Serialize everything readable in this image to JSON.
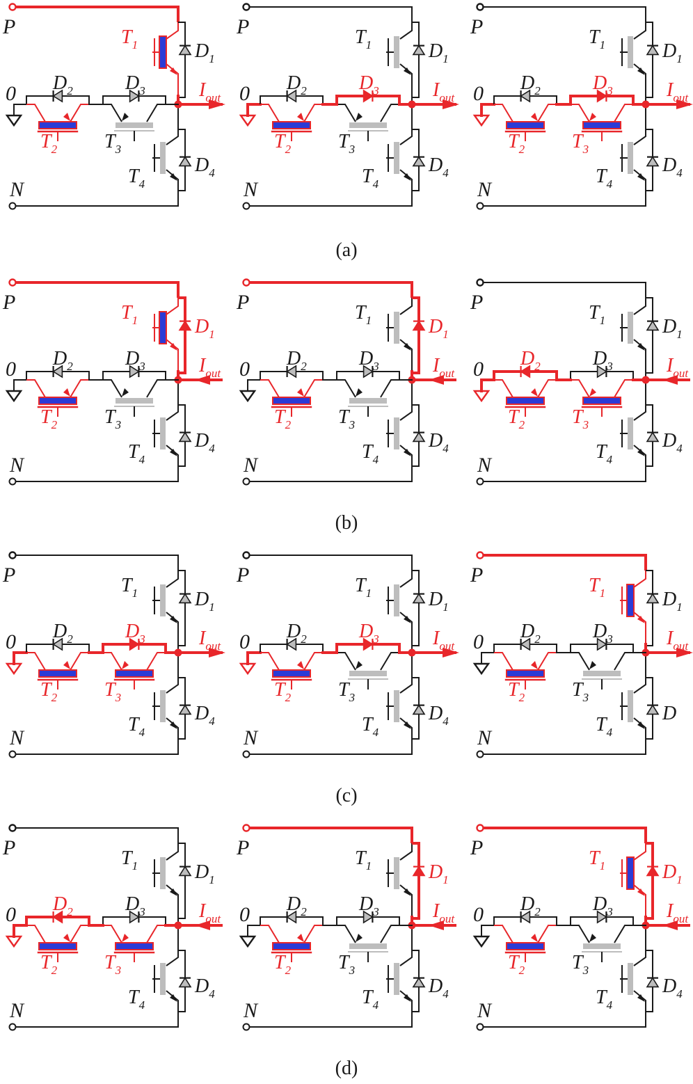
{
  "labels": {
    "P": "P",
    "N": "N",
    "zero": "0",
    "iout_main": "I",
    "iout_sub": "out"
  },
  "colors": {
    "active": "#e8262a",
    "inactive": "#1a1a1a",
    "gate_on": "#2b3bd6",
    "gate_off": "#bdbdbd",
    "diode_off_fill": "#bdbdbd"
  },
  "rows": [
    {
      "caption": "(a)",
      "panels": [
        {
          "path_P": true,
          "path_mid": false,
          "path_0": false,
          "path_out": true,
          "out_dir": "out",
          "T1": {
            "label": "T",
            "sub": "1",
            "state": "on"
          },
          "T2": {
            "label": "T",
            "sub": "2",
            "state": "on"
          },
          "T3": {
            "label": "T",
            "sub": "3",
            "state": "off"
          },
          "T4": {
            "label": "T",
            "sub": "4",
            "state": "off"
          },
          "D1": {
            "label": "D",
            "sub": "1",
            "state": "off"
          },
          "D2": {
            "label": "D",
            "sub": "2",
            "state": "off"
          },
          "D3": {
            "label": "D",
            "sub": "3",
            "state": "off"
          },
          "D4": {
            "label": "D",
            "sub": "4",
            "state": "off"
          }
        },
        {
          "path_P": false,
          "path_mid": true,
          "path_0": true,
          "path_out": true,
          "out_dir": "out",
          "T1": {
            "label": "T",
            "sub": "1",
            "state": "off"
          },
          "T2": {
            "label": "T",
            "sub": "2",
            "state": "on"
          },
          "T3": {
            "label": "T",
            "sub": "3",
            "state": "off"
          },
          "T4": {
            "label": "T",
            "sub": "4",
            "state": "off"
          },
          "D1": {
            "label": "D",
            "sub": "1",
            "state": "off"
          },
          "D2": {
            "label": "D",
            "sub": "2",
            "state": "off"
          },
          "D3": {
            "label": "D",
            "sub": "3",
            "state": "on"
          },
          "D4": {
            "label": "D",
            "sub": "4",
            "state": "off"
          }
        },
        {
          "path_P": false,
          "path_mid": true,
          "path_0": true,
          "path_out": true,
          "out_dir": "out",
          "T1": {
            "label": "T",
            "sub": "1",
            "state": "off"
          },
          "T2": {
            "label": "T",
            "sub": "2",
            "state": "on"
          },
          "T3": {
            "label": "T",
            "sub": "3",
            "state": "on"
          },
          "T4": {
            "label": "T",
            "sub": "4",
            "state": "off"
          },
          "D1": {
            "label": "D",
            "sub": "1",
            "state": "off"
          },
          "D2": {
            "label": "D",
            "sub": "2",
            "state": "off"
          },
          "D3": {
            "label": "D",
            "sub": "3",
            "state": "on"
          },
          "D4": {
            "label": "D",
            "sub": "4",
            "state": "off"
          }
        }
      ]
    },
    {
      "caption": "(b)",
      "panels": [
        {
          "path_P": true,
          "path_mid": false,
          "path_0": false,
          "path_out": true,
          "out_dir": "in",
          "T1": {
            "label": "T",
            "sub": "1",
            "state": "on"
          },
          "T2": {
            "label": "T",
            "sub": "2",
            "state": "on"
          },
          "T3": {
            "label": "T",
            "sub": "3",
            "state": "off"
          },
          "T4": {
            "label": "T",
            "sub": "4",
            "state": "off"
          },
          "D1": {
            "label": "D",
            "sub": "1",
            "state": "on"
          },
          "D2": {
            "label": "D",
            "sub": "2",
            "state": "off"
          },
          "D3": {
            "label": "D",
            "sub": "3",
            "state": "off"
          },
          "D4": {
            "label": "D",
            "sub": "4",
            "state": "off"
          }
        },
        {
          "path_P": true,
          "path_mid": false,
          "path_0": false,
          "path_out": true,
          "out_dir": "in",
          "T1": {
            "label": "T",
            "sub": "1",
            "state": "off"
          },
          "T2": {
            "label": "T",
            "sub": "2",
            "state": "on"
          },
          "T3": {
            "label": "T",
            "sub": "3",
            "state": "off"
          },
          "T4": {
            "label": "T",
            "sub": "4",
            "state": "off"
          },
          "D1": {
            "label": "D",
            "sub": "1",
            "state": "on"
          },
          "D2": {
            "label": "D",
            "sub": "2",
            "state": "off"
          },
          "D3": {
            "label": "D",
            "sub": "3",
            "state": "off"
          },
          "D4": {
            "label": "D",
            "sub": "4",
            "state": "off"
          }
        },
        {
          "path_P": false,
          "path_mid": true,
          "path_0": true,
          "path_out": true,
          "out_dir": "in",
          "T1": {
            "label": "T",
            "sub": "1",
            "state": "off"
          },
          "T2": {
            "label": "T",
            "sub": "2",
            "state": "on"
          },
          "T3": {
            "label": "T",
            "sub": "3",
            "state": "on"
          },
          "T4": {
            "label": "T",
            "sub": "4",
            "state": "off"
          },
          "D1": {
            "label": "D",
            "sub": "1",
            "state": "off"
          },
          "D2": {
            "label": "D",
            "sub": "2",
            "state": "on"
          },
          "D3": {
            "label": "D",
            "sub": "3",
            "state": "off"
          },
          "D4": {
            "label": "D",
            "sub": "4",
            "state": "off"
          }
        }
      ]
    },
    {
      "caption": "(c)",
      "panels": [
        {
          "path_P": false,
          "path_mid": true,
          "path_0": true,
          "path_out": true,
          "out_dir": "out",
          "T1": {
            "label": "T",
            "sub": "1",
            "state": "off"
          },
          "T2": {
            "label": "T",
            "sub": "2",
            "state": "on"
          },
          "T3": {
            "label": "T",
            "sub": "3",
            "state": "on"
          },
          "T4": {
            "label": "T",
            "sub": "4",
            "state": "off"
          },
          "D1": {
            "label": "D",
            "sub": "1",
            "state": "off"
          },
          "D2": {
            "label": "D",
            "sub": "2",
            "state": "off"
          },
          "D3": {
            "label": "D",
            "sub": "3",
            "state": "on"
          },
          "D4": {
            "label": "D",
            "sub": "4",
            "state": "off"
          }
        },
        {
          "path_P": false,
          "path_mid": true,
          "path_0": true,
          "path_out": true,
          "out_dir": "out",
          "T1": {
            "label": "T",
            "sub": "1",
            "state": "off"
          },
          "T2": {
            "label": "T",
            "sub": "2",
            "state": "on"
          },
          "T3": {
            "label": "T",
            "sub": "3",
            "state": "off"
          },
          "T4": {
            "label": "T",
            "sub": "4",
            "state": "off"
          },
          "D1": {
            "label": "D",
            "sub": "1",
            "state": "off"
          },
          "D2": {
            "label": "D",
            "sub": "2",
            "state": "off"
          },
          "D3": {
            "label": "D",
            "sub": "3",
            "state": "on"
          },
          "D4": {
            "label": "D",
            "sub": "4",
            "state": "off"
          }
        },
        {
          "path_P": true,
          "path_mid": false,
          "path_0": false,
          "path_out": true,
          "out_dir": "out",
          "T1": {
            "label": "T",
            "sub": "1",
            "state": "on"
          },
          "T2": {
            "label": "T",
            "sub": "2",
            "state": "on"
          },
          "T3": {
            "label": "T",
            "sub": "3",
            "state": "off"
          },
          "T4": {
            "label": "T",
            "sub": "4",
            "state": "off"
          },
          "D1": {
            "label": "D",
            "sub": "1",
            "state": "off"
          },
          "D2": {
            "label": "D",
            "sub": "2",
            "state": "off"
          },
          "D3": {
            "label": "D",
            "sub": "3",
            "state": "off"
          },
          "D4": {
            "label": "D",
            "sub": "",
            "state": "off"
          }
        }
      ]
    },
    {
      "caption": "(d)",
      "panels": [
        {
          "path_P": false,
          "path_mid": true,
          "path_0": true,
          "path_out": true,
          "out_dir": "in",
          "T1": {
            "label": "T",
            "sub": "1",
            "state": "off"
          },
          "T2": {
            "label": "T",
            "sub": "2",
            "state": "on"
          },
          "T3": {
            "label": "T",
            "sub": "3",
            "state": "on"
          },
          "T4": {
            "label": "T",
            "sub": "4",
            "state": "off"
          },
          "D1": {
            "label": "D",
            "sub": "1",
            "state": "off"
          },
          "D2": {
            "label": "D",
            "sub": "2",
            "state": "on"
          },
          "D3": {
            "label": "D",
            "sub": "3",
            "state": "off"
          },
          "D4": {
            "label": "D",
            "sub": "4",
            "state": "off"
          }
        },
        {
          "path_P": true,
          "path_mid": false,
          "path_0": false,
          "path_out": true,
          "out_dir": "in",
          "T1": {
            "label": "T",
            "sub": "1",
            "state": "off"
          },
          "T2": {
            "label": "T",
            "sub": "2",
            "state": "on"
          },
          "T3": {
            "label": "T",
            "sub": "3",
            "state": "off"
          },
          "T4": {
            "label": "T",
            "sub": "4",
            "state": "off"
          },
          "D1": {
            "label": "D",
            "sub": "1",
            "state": "on"
          },
          "D2": {
            "label": "D",
            "sub": "2",
            "state": "off"
          },
          "D3": {
            "label": "D",
            "sub": "3",
            "state": "off"
          },
          "D4": {
            "label": "D",
            "sub": "4",
            "state": "off"
          }
        },
        {
          "path_P": true,
          "path_mid": false,
          "path_0": false,
          "path_out": true,
          "out_dir": "in",
          "T1": {
            "label": "T",
            "sub": "1",
            "state": "on"
          },
          "T2": {
            "label": "T",
            "sub": "2",
            "state": "on"
          },
          "T3": {
            "label": "T",
            "sub": "3",
            "state": "off"
          },
          "T4": {
            "label": "T",
            "sub": "4",
            "state": "off"
          },
          "D1": {
            "label": "D",
            "sub": "1",
            "state": "on"
          },
          "D2": {
            "label": "D",
            "sub": "2",
            "state": "off"
          },
          "D3": {
            "label": "D",
            "sub": "3",
            "state": "off"
          },
          "D4": {
            "label": "D",
            "sub": "4",
            "state": "off"
          }
        }
      ]
    }
  ]
}
